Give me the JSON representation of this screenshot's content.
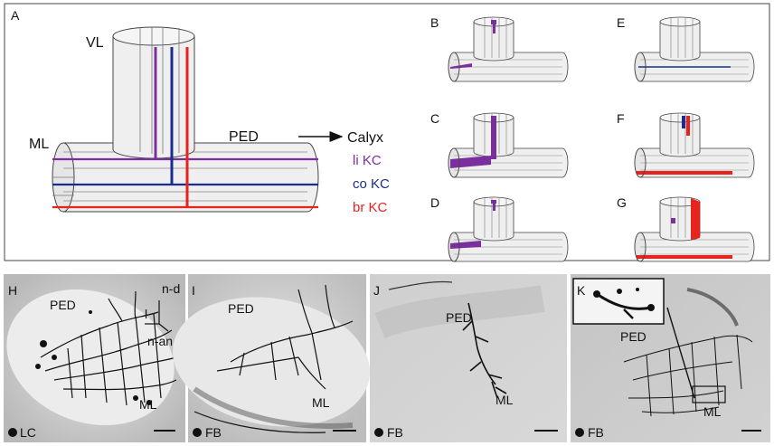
{
  "panel_a": {
    "letter": "A",
    "vl": "VL",
    "ml": "ML",
    "ped": "PED",
    "calyx": "Calyx",
    "li_kc": "li KC",
    "co_kc": "co KC",
    "br_kc": "br KC",
    "colors": {
      "li": "#7b2f9e",
      "co": "#1a2d8f",
      "br": "#e8231e"
    }
  },
  "mini_panels": [
    {
      "letter": "B"
    },
    {
      "letter": "C"
    },
    {
      "letter": "D"
    },
    {
      "letter": "E"
    },
    {
      "letter": "F"
    },
    {
      "letter": "G"
    }
  ],
  "photos": [
    {
      "letter": "H",
      "ped": "PED",
      "ml": "ML",
      "stain": "LC",
      "orient_d": "n-d",
      "orient_l": "l",
      "orient_an": "n-an"
    },
    {
      "letter": "I",
      "ped": "PED",
      "ml": "ML",
      "stain": "FB"
    },
    {
      "letter": "J",
      "ped": "PED",
      "ml": "ML",
      "stain": "FB"
    },
    {
      "letter": "K",
      "ped": "PED",
      "ml": "ML",
      "stain": "FB"
    }
  ]
}
